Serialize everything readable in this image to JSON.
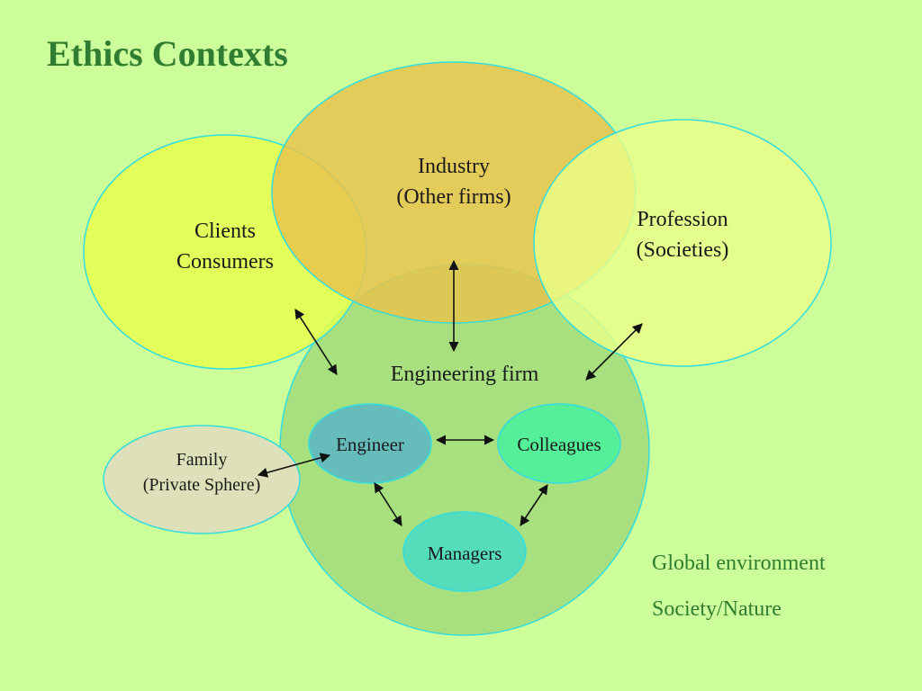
{
  "title": "Ethics Contexts",
  "circles": {
    "clients": {
      "line1": "Clients",
      "line2": "Consumers",
      "fill": "#e6ff4d"
    },
    "industry": {
      "line1": "Industry",
      "line2": "(Other firms)",
      "fill": "#e6c34d"
    },
    "profession": {
      "line1": "Profession",
      "line2": "(Societies)",
      "fill": "#eaff88"
    },
    "firm": {
      "label": "Engineering firm",
      "fill": "#a8e07f"
    },
    "family": {
      "line1": "Family",
      "line2": "(Private Sphere)",
      "fill": "#dde0b8"
    },
    "engineer": {
      "label": "Engineer",
      "fill": "#66bbbb"
    },
    "colleagues": {
      "label": "Colleagues",
      "fill": "#55ee99"
    },
    "managers": {
      "label": "Managers",
      "fill": "#55ddbb"
    }
  },
  "environment": {
    "line1": "Global environment",
    "line2": "Society/Nature"
  },
  "colors": {
    "background": "#ccff99",
    "title": "#2e7d32",
    "outline": "#33dddd",
    "arrow": "#111111"
  }
}
